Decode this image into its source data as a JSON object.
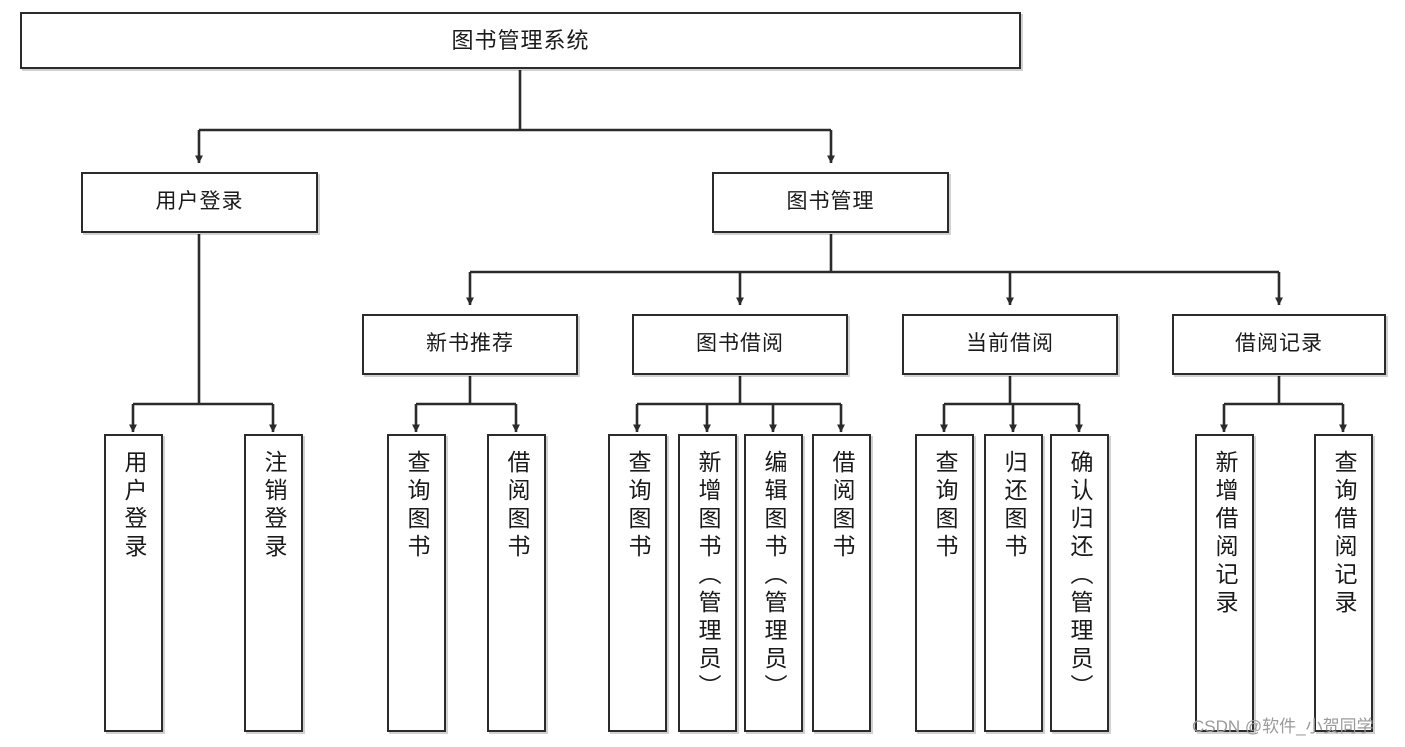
{
  "diagram": {
    "title": "图书管理系统",
    "type": "tree-hierarchy-diagram",
    "colors": {
      "box_border": "#2b2b2b",
      "box_fill": "#ffffff",
      "edge": "#2b2b2b",
      "text": "#1a1a1a",
      "watermark": "#9a9a9a"
    },
    "nodes": {
      "root": {
        "label": "图书管理系统"
      },
      "level2": [
        {
          "label": "用户登录"
        },
        {
          "label": "图书管理"
        }
      ],
      "level3": [
        {
          "label": "新书推荐"
        },
        {
          "label": "图书借阅"
        },
        {
          "label": "当前借阅"
        },
        {
          "label": "借阅记录"
        }
      ],
      "leaves_user_login": [
        {
          "label": "用户登录"
        },
        {
          "label": "注销登录"
        }
      ],
      "leaves_new_book": [
        {
          "label": "查询图书"
        },
        {
          "label": "借阅图书"
        }
      ],
      "leaves_book_borrow": [
        {
          "label": "查询图书"
        },
        {
          "label": "新增图书（管理员）"
        },
        {
          "label": "编辑图书（管理员）"
        },
        {
          "label": "借阅图书"
        }
      ],
      "leaves_current_borrow": [
        {
          "label": "查询图书"
        },
        {
          "label": "归还图书"
        },
        {
          "label": "确认归还（管理员）"
        }
      ],
      "leaves_borrow_record": [
        {
          "label": "新增借阅记录"
        },
        {
          "label": "查询借阅记录"
        }
      ]
    },
    "watermark": "CSDN @软件_小贺同学"
  }
}
